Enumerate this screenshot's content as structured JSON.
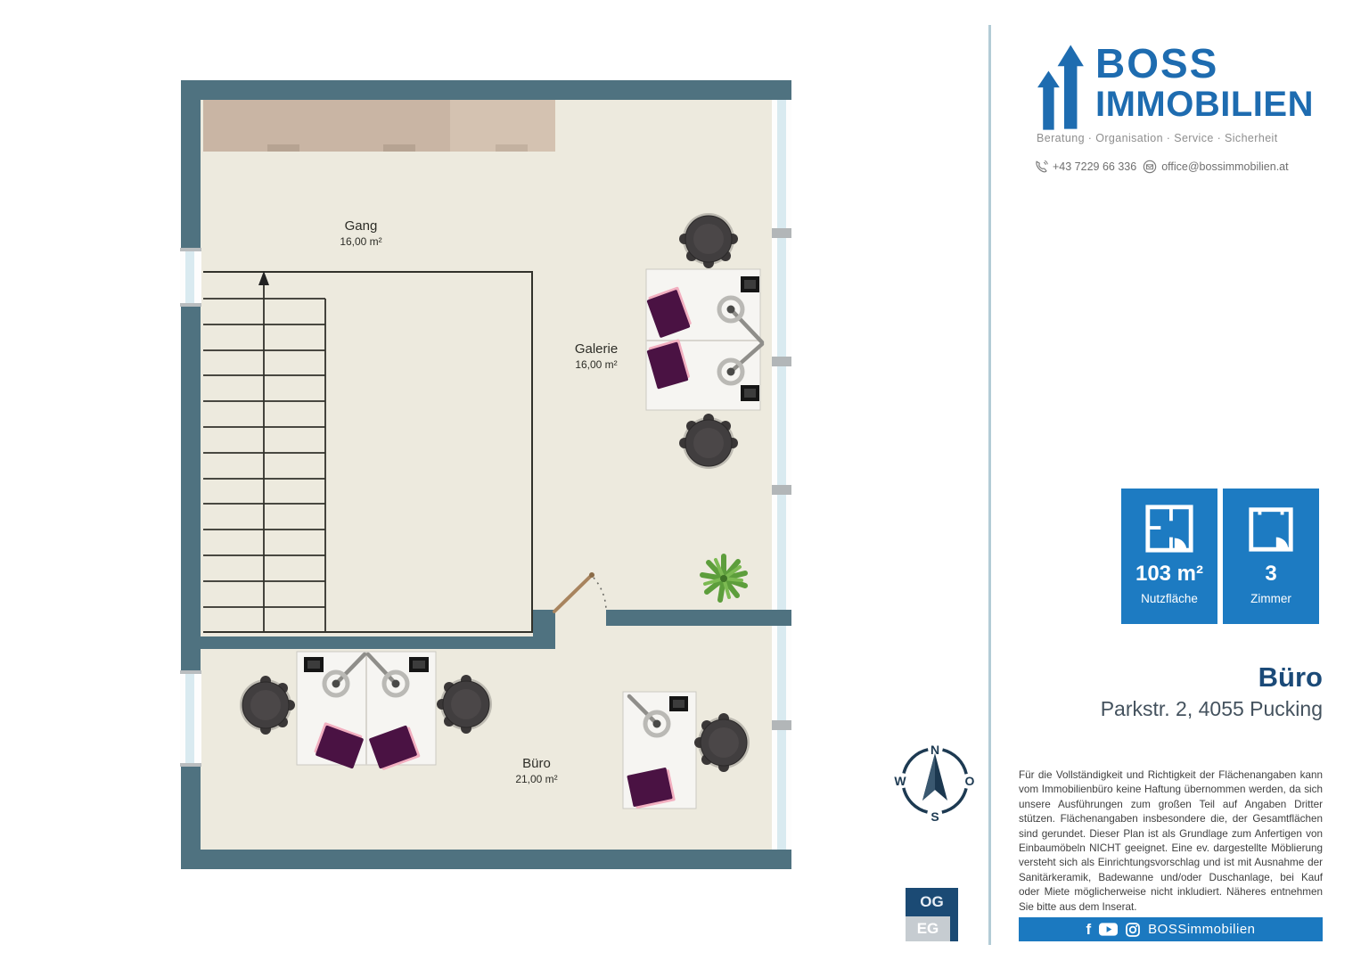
{
  "branding": {
    "name_line1": "BOSS",
    "name_line2": "IMMOBILIEN",
    "tagline": "Beratung · Organisation · Service · Sicherheit",
    "brand_blue": "#1e6cb0"
  },
  "contact": {
    "phone": "+43 7229 66 336",
    "email": "office@bossimmobilien.at"
  },
  "info_badges": {
    "area_value": "103 m²",
    "area_label": "Nutzfläche",
    "rooms_value": "3",
    "rooms_label": "Zimmer",
    "badge_color": "#1d7bc2"
  },
  "property": {
    "title": "Büro",
    "address": "Parkstr. 2, 4055 Pucking"
  },
  "rooms": [
    {
      "name": "Gang",
      "area": "16,00 m²"
    },
    {
      "name": "Galerie",
      "area": "16,00 m²"
    },
    {
      "name": "Büro",
      "area": "21,00 m²"
    }
  ],
  "compass": {
    "n": "N",
    "w": "W",
    "o": "O",
    "s": "S"
  },
  "floor_selector": {
    "upper": "OG",
    "ground": "EG"
  },
  "disclaimer": "Für die Vollständigkeit und Richtigkeit der Flächenangaben kann vom Immobilienbüro keine Haftung übernommen werden, da sich unsere Ausführungen zum großen Teil auf Angaben Dritter stützen. Flächenangaben insbesondere die, der Gesamtflächen sind gerundet. Dieser Plan ist als Grundlage zum Anfertigen von Einbaumöbeln NICHT geeignet. Eine ev. dargestellte Möblierung versteht sich als Einrichtungsvorschlag und ist mit Ausnahme der Sanitärkeramik, Badewanne und/oder Duschanlage, bei Kauf oder Miete möglicherweise nicht inkludiert. Näheres entnehmen Sie bitte aus dem Inserat.",
  "footer": {
    "handle": "BOSSimmobilien"
  },
  "floorplan_colors": {
    "wall": "#4f7280",
    "floor": "#edeade",
    "closet": "#c9b5a4"
  }
}
